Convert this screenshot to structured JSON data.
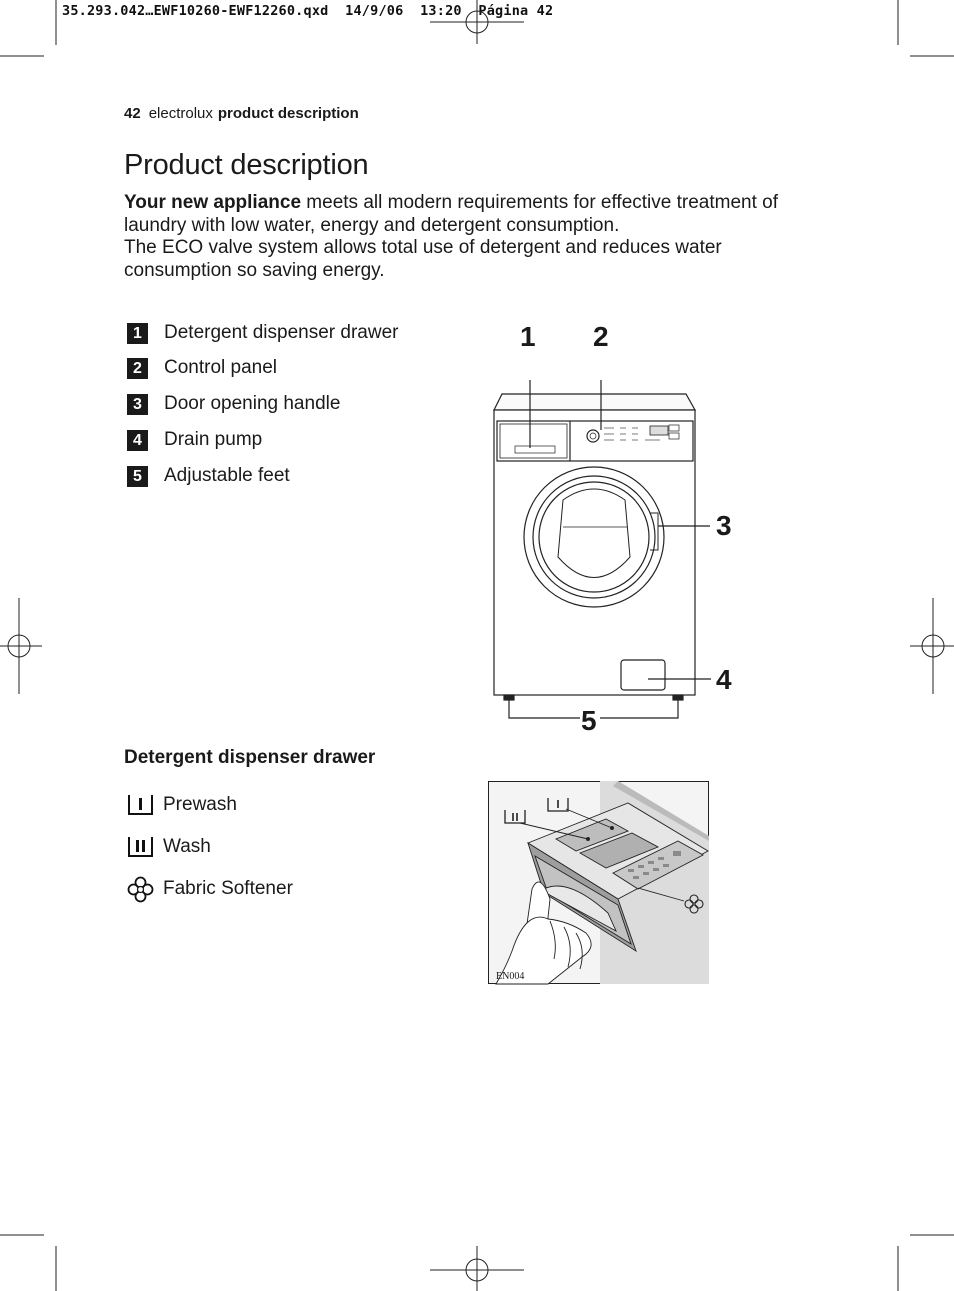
{
  "slug_line": "35.293.042…EWF10260-EWF12260.qxd  14/9/06  13:20  Página 42",
  "header": {
    "page_number": "42",
    "brand": "electrolux",
    "section": "product description"
  },
  "title": "Product description",
  "intro": {
    "bold_lead": "Your new appliance",
    "text1": " meets all modern requirements for effective treatment of laundry with low water, energy and detergent consumption.",
    "text2": "The ECO valve system allows total use of detergent and reduces water consumption so saving energy."
  },
  "parts": [
    {
      "num": "1",
      "label": "Detergent dispenser drawer"
    },
    {
      "num": "2",
      "label": "Control panel"
    },
    {
      "num": "3",
      "label": "Door opening handle"
    },
    {
      "num": "4",
      "label": "Drain pump"
    },
    {
      "num": "5",
      "label": "Adjustable feet"
    }
  ],
  "callouts": [
    "1",
    "2",
    "3",
    "4",
    "5"
  ],
  "dispenser": {
    "heading": "Detergent dispenser drawer",
    "items": [
      {
        "icon": "prewash-compartment-icon",
        "label": "Prewash"
      },
      {
        "icon": "wash-compartment-icon",
        "label": "Wash"
      },
      {
        "icon": "fabric-softener-flower-icon",
        "label": "Fabric Softener"
      }
    ],
    "figure_code": "EN004"
  }
}
